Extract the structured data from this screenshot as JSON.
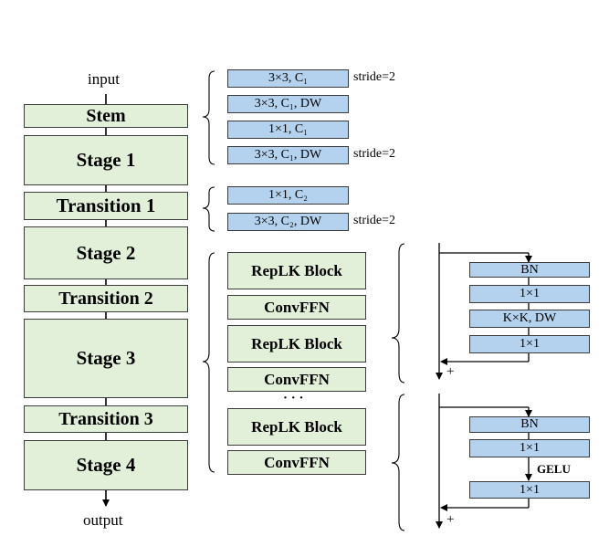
{
  "io": {
    "input": "input",
    "output": "output"
  },
  "stages": {
    "stem": "Stem",
    "stage1": "Stage 1",
    "transition1": "Transition 1",
    "stage2": "Stage 2",
    "transition2": "Transition 2",
    "stage3": "Stage 3",
    "transition3": "Transition 3",
    "stage4": "Stage 4"
  },
  "stem_detail": {
    "layer1": "3×3, C₁",
    "layer2": "3×3, C₁, DW",
    "layer3": "1×1, C₁",
    "layer4": "3×3, C₁, DW",
    "stride1": "stride=2",
    "stride4": "stride=2"
  },
  "transition_detail": {
    "layer1": "1×1, C₂",
    "layer2": "3×3, C₂, DW",
    "stride2": "stride=2"
  },
  "stage_detail": {
    "replk1": "RepLK Block",
    "convffn1": "ConvFFN",
    "replk2": "RepLK Block",
    "convffn2": "ConvFFN",
    "dots": "· · ·",
    "replk3": "RepLK Block",
    "convffn3": "ConvFFN"
  },
  "replk_detail": {
    "bn": "BN",
    "conv1": "1×1",
    "dw": "K×K, DW",
    "conv2": "1×1",
    "plus": "+"
  },
  "convffn_detail": {
    "bn": "BN",
    "conv1": "1×1",
    "gelu": "GELU",
    "conv2": "1×1",
    "plus": "+"
  }
}
